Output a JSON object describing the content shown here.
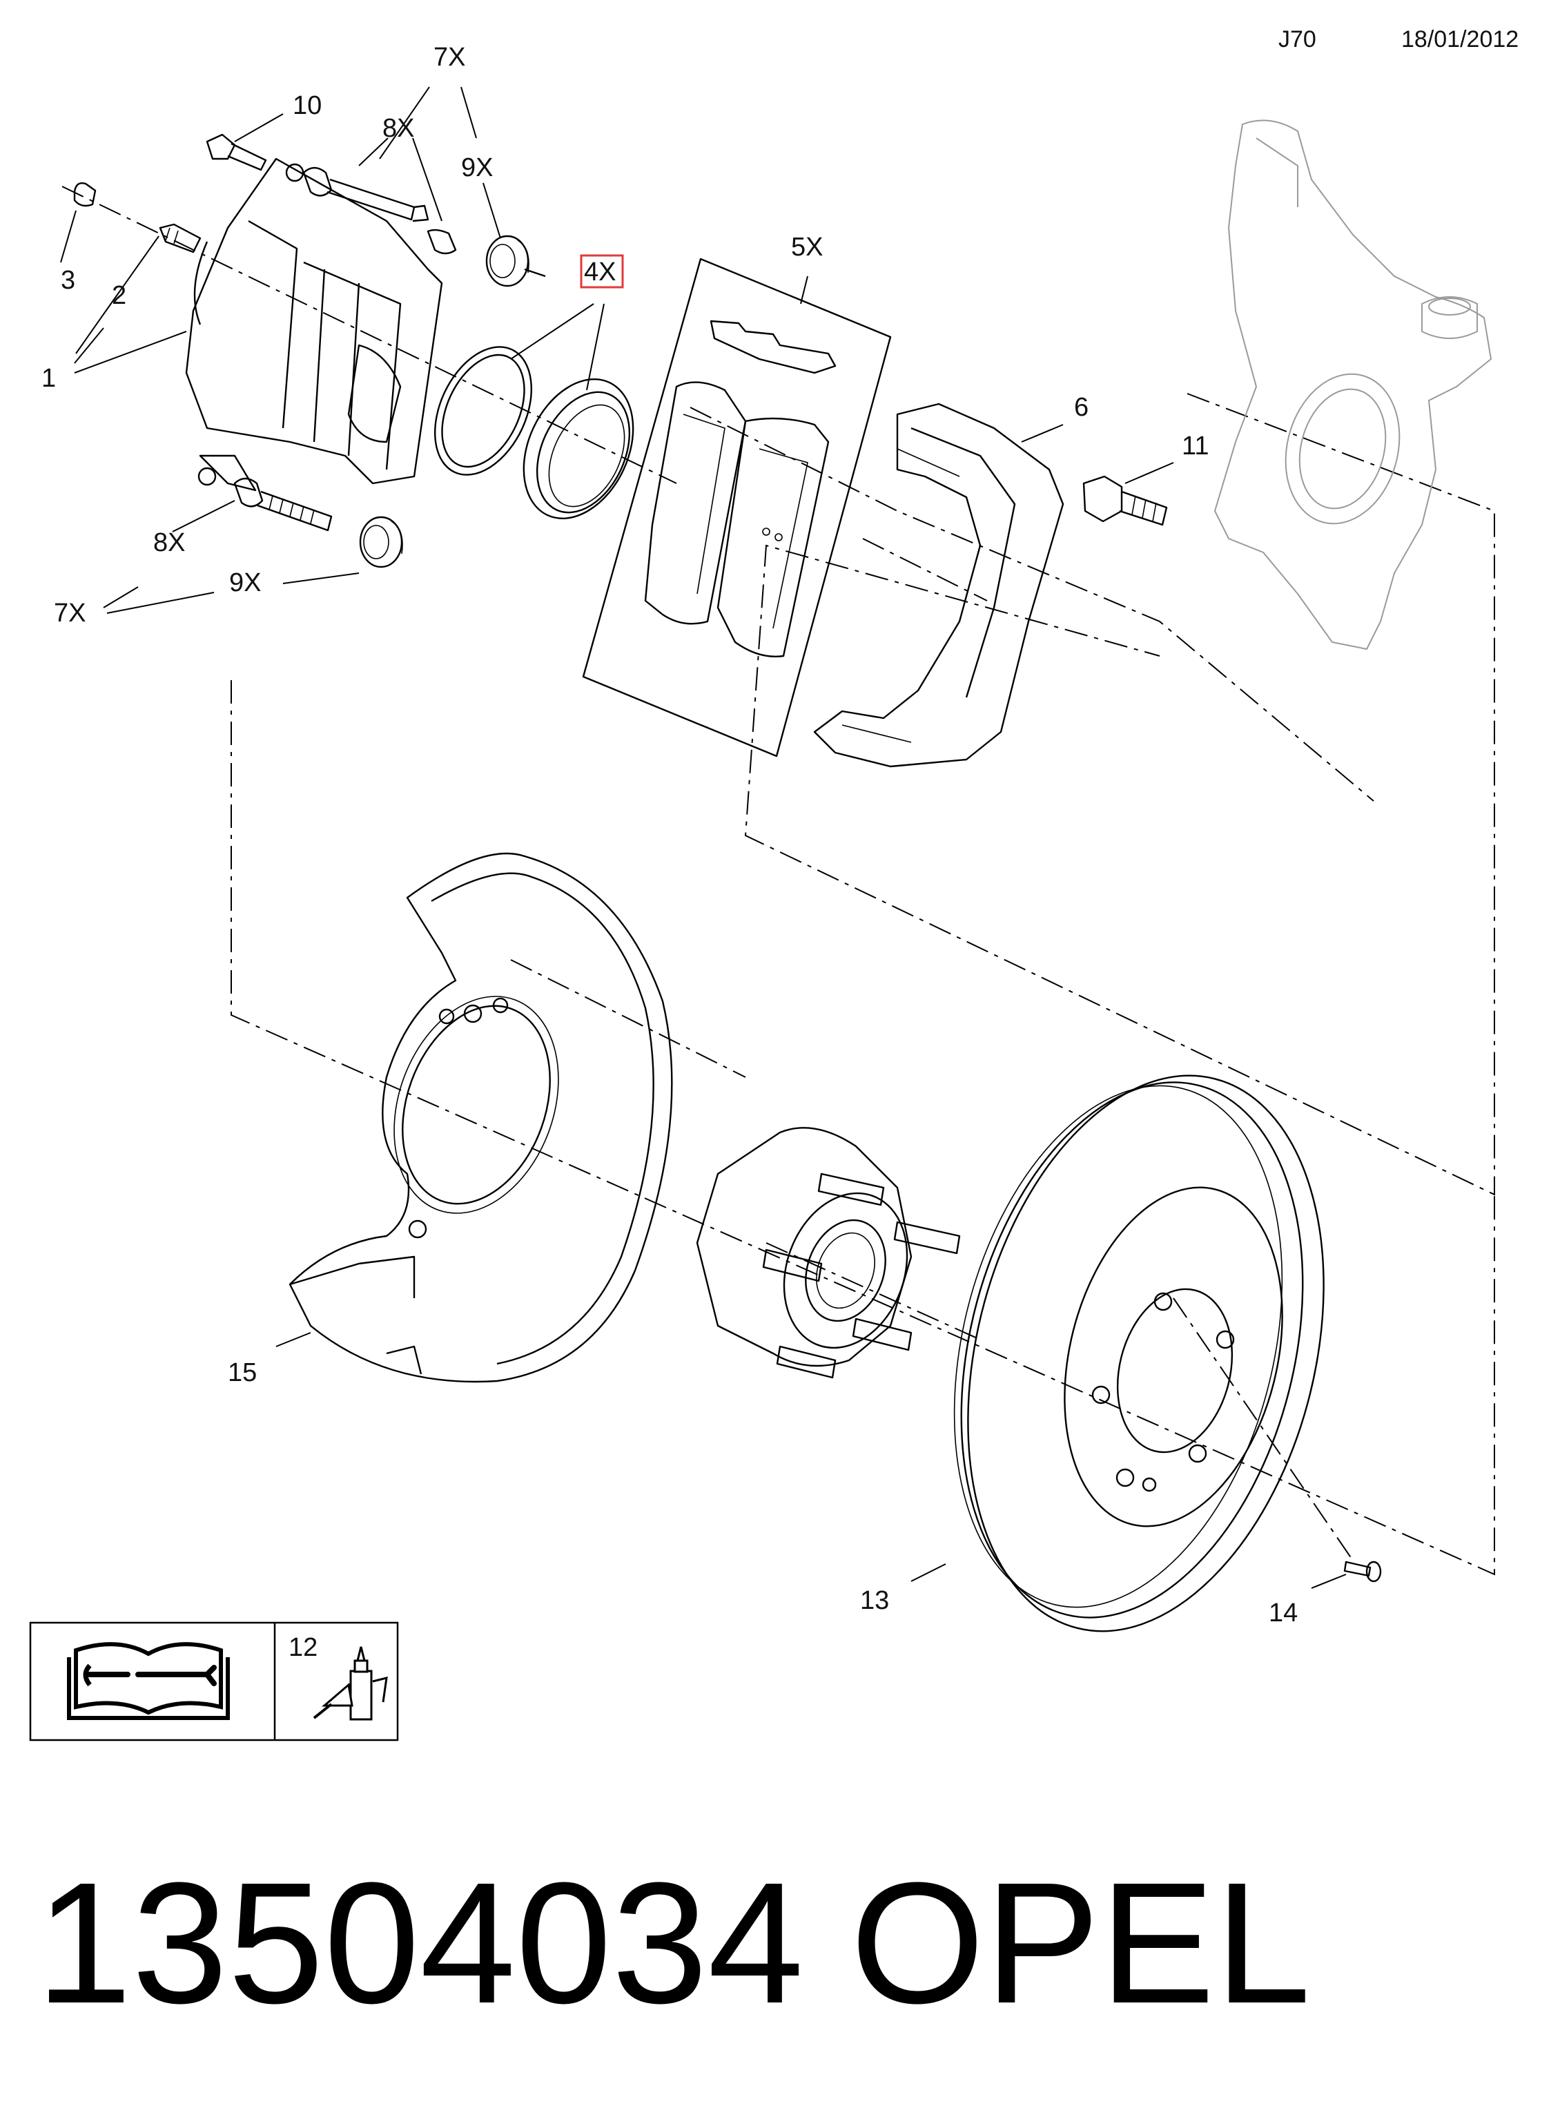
{
  "header": {
    "code": "J70",
    "date": "18/01/2012"
  },
  "callouts": {
    "c1": "1",
    "c2": "2",
    "c3": "3",
    "c4": "4X",
    "c5": "5X",
    "c6": "6",
    "c7a": "7X",
    "c7b": "7X",
    "c8a": "8X",
    "c8b": "8X",
    "c9a": "9X",
    "c9b": "9X",
    "c10": "10",
    "c11": "11",
    "c12": "12",
    "c13": "13",
    "c14": "14",
    "c15": "15"
  },
  "highlight_color": "#e23b3b",
  "legend": {
    "manual_icon": "repair-manual-icon",
    "adhesive_icon": "thread-locker-bottle-icon"
  },
  "footer": {
    "part_number": "13504034",
    "brand": "OPEL"
  }
}
